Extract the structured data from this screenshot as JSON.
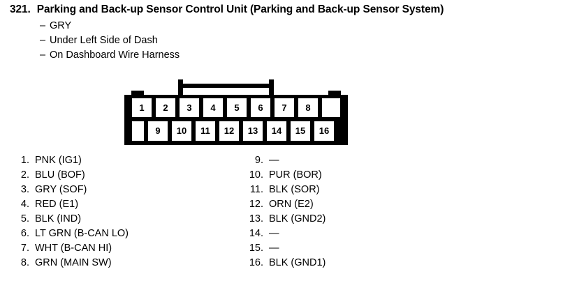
{
  "header": {
    "number": "321.",
    "title": "Parking and Back-up Sensor Control Unit (Parking and Back-up Sensor System)",
    "dash": "–",
    "subitems": [
      "GRY",
      "Under Left Side of Dash",
      "On Dashboard Wire Harness"
    ]
  },
  "connector": {
    "top_row": [
      "1",
      "2",
      "3",
      "4",
      "5",
      "6",
      "7",
      "8"
    ],
    "bottom_row": [
      "9",
      "10",
      "11",
      "12",
      "13",
      "14",
      "15",
      "16"
    ],
    "outline_color": "#000000",
    "cavity_color": "#ffffff"
  },
  "pinout": {
    "left_column": [
      {
        "index": "1.",
        "value": "PNK (IG1)"
      },
      {
        "index": "2.",
        "value": "BLU (BOF)"
      },
      {
        "index": "3.",
        "value": "GRY (SOF)"
      },
      {
        "index": "4.",
        "value": "RED (E1)"
      },
      {
        "index": "5.",
        "value": "BLK (IND)"
      },
      {
        "index": "6.",
        "value": "LT GRN (B-CAN LO)"
      },
      {
        "index": "7.",
        "value": "WHT (B-CAN HI)"
      },
      {
        "index": "8.",
        "value": "GRN (MAIN SW)"
      }
    ],
    "right_column": [
      {
        "index": "9.",
        "value": "—"
      },
      {
        "index": "10.",
        "value": "PUR (BOR)"
      },
      {
        "index": "11.",
        "value": "BLK (SOR)"
      },
      {
        "index": "12.",
        "value": "ORN (E2)"
      },
      {
        "index": "13.",
        "value": "BLK (GND2)"
      },
      {
        "index": "14.",
        "value": "—"
      },
      {
        "index": "15.",
        "value": "—"
      },
      {
        "index": "16.",
        "value": "BLK (GND1)"
      }
    ]
  }
}
